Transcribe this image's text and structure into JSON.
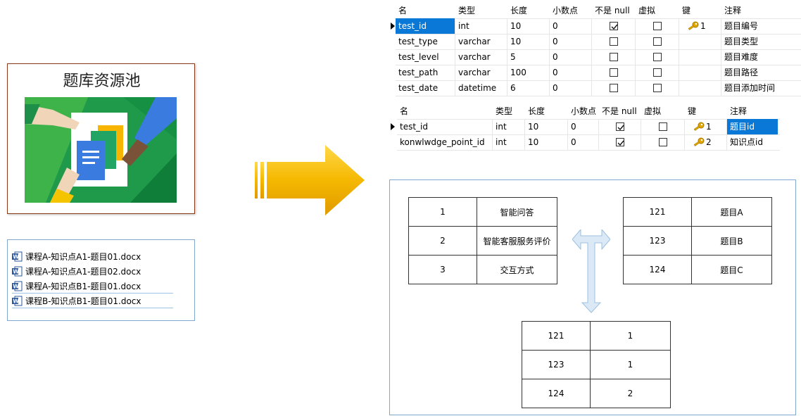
{
  "pool": {
    "title": "题库资源池"
  },
  "files": [
    "课程A-知识点A1-题目01.docx",
    "课程A-知识点A1-题目02.docx",
    "课程A-知识点B1-题目01.docx",
    "课程B-知识点B1-题目01.docx"
  ],
  "grid1": {
    "headers": [
      "名",
      "类型",
      "长度",
      "小数点",
      "不是 null",
      "虚拟",
      "键",
      "注释"
    ],
    "rows": [
      {
        "name": "test_id",
        "type": "int",
        "length": "10",
        "decimals": "0",
        "not_null": true,
        "virtual": false,
        "key": "1",
        "comment": "题目编号"
      },
      {
        "name": "test_type",
        "type": "varchar",
        "length": "10",
        "decimals": "0",
        "not_null": false,
        "virtual": false,
        "key": "",
        "comment": "题目类型"
      },
      {
        "name": "test_level",
        "type": "varchar",
        "length": "5",
        "decimals": "0",
        "not_null": false,
        "virtual": false,
        "key": "",
        "comment": "题目难度"
      },
      {
        "name": "test_path",
        "type": "varchar",
        "length": "100",
        "decimals": "0",
        "not_null": false,
        "virtual": false,
        "key": "",
        "comment": "题目路径"
      },
      {
        "name": "test_date",
        "type": "datetime",
        "length": "6",
        "decimals": "0",
        "not_null": false,
        "virtual": false,
        "key": "",
        "comment": "题目添加时间"
      }
    ]
  },
  "grid2": {
    "headers": [
      "名",
      "类型",
      "长度",
      "小数点",
      "不是 null",
      "虚拟",
      "键",
      "注释"
    ],
    "rows": [
      {
        "name": "test_id",
        "type": "int",
        "length": "10",
        "decimals": "0",
        "not_null": true,
        "virtual": false,
        "key": "1",
        "comment": "题目id"
      },
      {
        "name": "konwlwdge_point_id",
        "type": "int",
        "length": "10",
        "decimals": "0",
        "not_null": true,
        "virtual": false,
        "key": "2",
        "comment": "知识点id"
      }
    ]
  },
  "table_a": [
    [
      "1",
      "智能问答"
    ],
    [
      "2",
      "智能客服服务评价"
    ],
    [
      "3",
      "交互方式"
    ]
  ],
  "table_b": [
    [
      "121",
      "题目A"
    ],
    [
      "123",
      "题目B"
    ],
    [
      "124",
      "题目C"
    ]
  ],
  "table_c": [
    [
      "121",
      "1"
    ],
    [
      "123",
      "1"
    ],
    [
      "124",
      "2"
    ]
  ],
  "colors": {
    "selection": "#0a78d7",
    "arrow": "#f5b800",
    "card_border": "#8b3a1a",
    "panel_border": "#7fa7cf"
  }
}
